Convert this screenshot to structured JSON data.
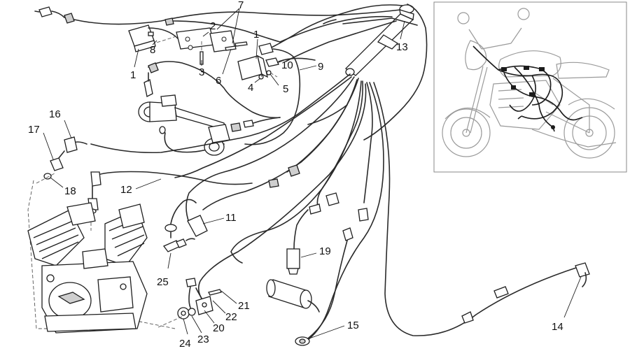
{
  "diagram": {
    "callouts": [
      {
        "id": "c1a",
        "label": "1"
      },
      {
        "id": "c1b",
        "label": "1"
      },
      {
        "id": "c2",
        "label": "2"
      },
      {
        "id": "c3",
        "label": "3"
      },
      {
        "id": "c4",
        "label": "4"
      },
      {
        "id": "c5",
        "label": "5"
      },
      {
        "id": "c6",
        "label": "6"
      },
      {
        "id": "c7",
        "label": "7"
      },
      {
        "id": "c8",
        "label": "8"
      },
      {
        "id": "c9",
        "label": "9"
      },
      {
        "id": "c10",
        "label": "10"
      },
      {
        "id": "c11",
        "label": "11"
      },
      {
        "id": "c12",
        "label": "12"
      },
      {
        "id": "c13",
        "label": "13"
      },
      {
        "id": "c14",
        "label": "14"
      },
      {
        "id": "c15",
        "label": "15"
      },
      {
        "id": "c16",
        "label": "16"
      },
      {
        "id": "c17",
        "label": "17"
      },
      {
        "id": "c18",
        "label": "18"
      },
      {
        "id": "c19",
        "label": "19"
      },
      {
        "id": "c20",
        "label": "20"
      },
      {
        "id": "c21",
        "label": "21"
      },
      {
        "id": "c22",
        "label": "22"
      },
      {
        "id": "c23",
        "label": "23"
      },
      {
        "id": "c24",
        "label": "24"
      },
      {
        "id": "c25",
        "label": "25"
      }
    ],
    "colors": {
      "line": "#1e1e1e",
      "inset_border": "#8a8a8a",
      "background": "#ffffff"
    }
  }
}
